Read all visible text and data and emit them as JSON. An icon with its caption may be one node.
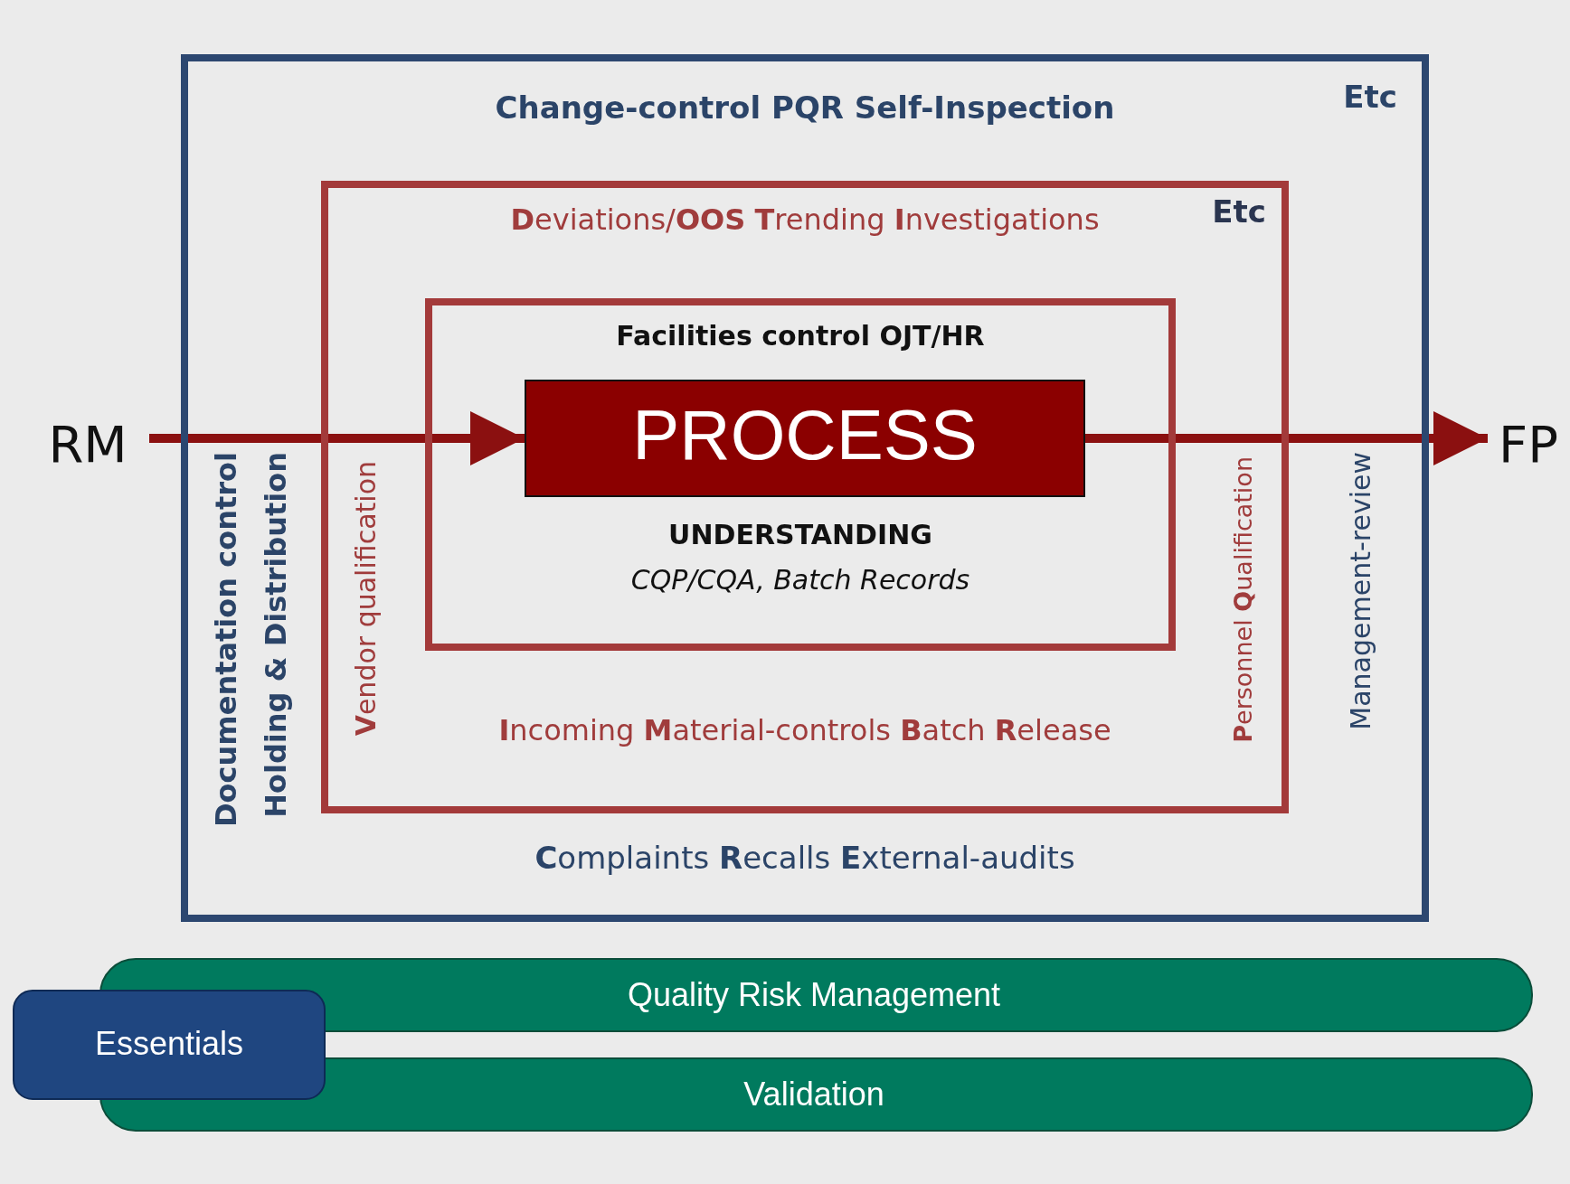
{
  "diagram": {
    "nodes": [
      {
        "text": [
          "Change-control PQR Self-Inspection",
          "Etc",
          "Documentation control",
          "Holding & Distribution",
          "**C**omplaints **R**ecalls **E**xternal-audits",
          "Management-review"
        ]
      },
      {
        "text": [
          "**D**eviations/**OOS** **T**rending **I**nvestigations",
          "Etc",
          "**V**endor qualification",
          "**P**ersonnel **Q**ualification",
          "**I**ncoming **M**aterial-controls **B**atch **R**elease"
        ],
        "in": 0
      },
      {
        "text": [
          "Facilities control OJT/HR",
          "UNDERSTANDING",
          "CQP/CQA, Batch Records"
        ],
        "in": 1
      },
      {
        "text": [
          "PROCESS"
        ],
        "in": 2
      },
      {
        "text": [
          "RM"
        ]
      },
      {
        "text": [
          "FP"
        ]
      },
      {
        "text": [
          "Quality Risk Management"
        ]
      },
      {
        "text": [
          "Validation"
        ]
      },
      {
        "text": [
          "Essentials"
        ]
      }
    ],
    "edges": [
      {
        "from": 4,
        "to": 3,
        "arrow": "to"
      },
      {
        "from": 3,
        "to": 5,
        "arrow": "to"
      }
    ]
  }
}
